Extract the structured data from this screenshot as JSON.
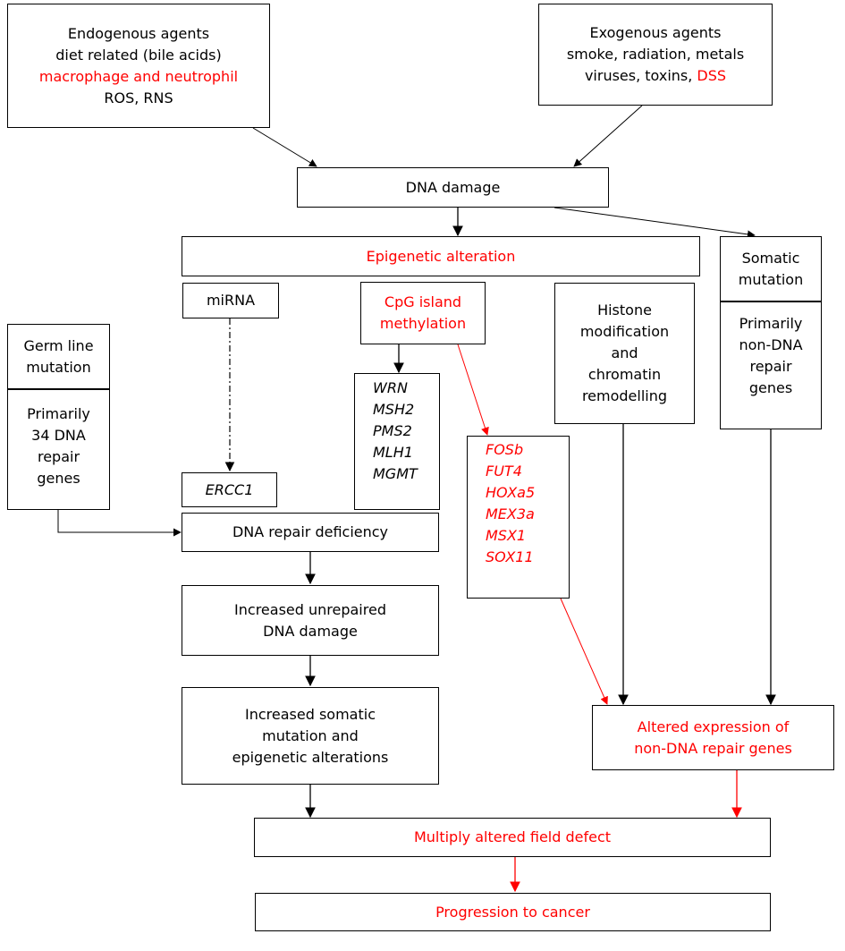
{
  "endogenous": {
    "line1": "Endogenous agents",
    "line2": "diet related (bile acids)",
    "line3": "macrophage and neutrophil",
    "line4": "ROS, RNS"
  },
  "exogenous": {
    "line1": "Exogenous agents",
    "line2": "smoke, radiation, metals",
    "line3_prefix": "viruses, toxins, ",
    "line3_highlight": "DSS"
  },
  "dna_damage": "DNA damage",
  "epigenetic_alteration": "Epigenetic alteration",
  "somatic_mutation": {
    "line1": "Somatic",
    "line2": "mutation"
  },
  "non_dna_repair_genes": {
    "line1": "Primarily",
    "line2": "non-DNA",
    "line3": "repair",
    "line4": "genes"
  },
  "mirna": "miRNA",
  "cpg": {
    "line1": "CpG island",
    "line2": "methylation"
  },
  "histone": {
    "line1": "Histone",
    "line2": "modification",
    "line3": "and",
    "line4": "chromatin",
    "line5": "remodelling"
  },
  "germ_line": {
    "line1": "Germ line",
    "line2": "mutation"
  },
  "dna_repair_genes": {
    "line1": "Primarily",
    "line2": "34 DNA",
    "line3": "repair",
    "line4": "genes"
  },
  "black_genes": [
    "WRN",
    "MSH2",
    "PMS2",
    "MLH1",
    "MGMT"
  ],
  "red_genes": [
    "FOSb",
    "FUT4",
    "HOXa5",
    "MEX3a",
    "MSX1",
    "SOX11"
  ],
  "ercc1": "ERCC1",
  "dna_repair_deficiency": "DNA repair deficiency",
  "unrepaired": {
    "line1": "Increased unrepaired",
    "line2": "DNA damage"
  },
  "somatic_increase": {
    "line1": "Increased somatic",
    "line2": "mutation and",
    "line3": "epigenetic alterations"
  },
  "altered_expression": {
    "line1": "Altered expression of",
    "line2": "non-DNA repair genes"
  },
  "field_defect": "Multiply altered field defect",
  "progression": "Progression to cancer",
  "colors": {
    "highlight": "#ff0000",
    "line": "#000000"
  }
}
